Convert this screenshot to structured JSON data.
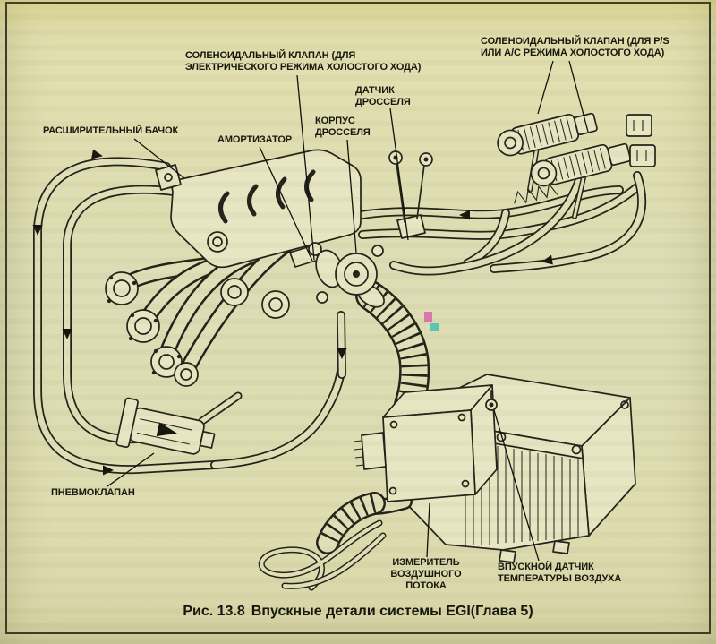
{
  "figure": {
    "caption_number": "Рис. 13.8",
    "caption_text": "Впускные детали системы EGI(Глава 5)"
  },
  "labels": {
    "solenoid_electric": {
      "line1": "СОЛЕНОИДАЛЬНЫЙ КЛАПАН (ДЛЯ",
      "line2": "ЭЛЕКТРИЧЕСКОГО РЕЖИМА ХОЛОСТОГО ХОДА)"
    },
    "solenoid_ps_ac": {
      "line1": "СОЛЕНОИДАЛЬНЫЙ КЛАПАН (ДЛЯ P/S",
      "line2": "ИЛИ A/C РЕЖИМА ХОЛОСТОГО ХОДА)"
    },
    "throttle_sensor": {
      "line1": "ДАТЧИК",
      "line2": "ДРОССЕЛЯ"
    },
    "throttle_body": {
      "line1": "КОРПУС",
      "line2": "ДРОССЕЛЯ"
    },
    "expansion_tank": {
      "line1": "РАСШИРИТЕЛЬНЫЙ БАЧОК"
    },
    "damper": {
      "line1": "АМОРТИЗАТОР"
    },
    "pneumo_valve": {
      "line1": "ПНЕВМОКЛАПАН"
    },
    "air_flow_meter": {
      "line1": "ИЗМЕРИТЕЛЬ",
      "line2": "ВОЗДУШНОГО",
      "line3": "ПОТОКА"
    },
    "intake_air_temp_sensor": {
      "line1": "ВПУСКНОЙ ДАТЧИК",
      "line2": "ТЕМПЕРАТУРЫ ВОЗДУХА"
    }
  },
  "colors": {
    "paper": "#dedcb2",
    "ink": "#23231a",
    "artifact_pink": "#d957a8",
    "artifact_teal": "#2fbdb3"
  }
}
